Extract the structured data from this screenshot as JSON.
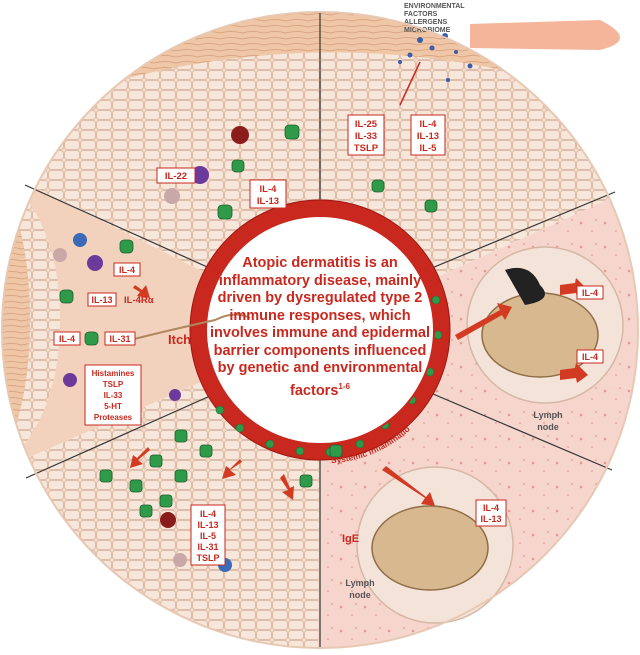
{
  "env": {
    "line1": "ENVIRONMENTAL",
    "line2": "FACTORS",
    "line3": "ALLERGENS",
    "line4": "MICROBIOME"
  },
  "center": {
    "text": "Atopic dermatitis is an inflammatory disease, mainly driven by dysregulated type 2 immune responses, which involves immune and epidermal barrier components influenced by genetic and environmental factors",
    "sup": "1-6"
  },
  "labels": {
    "il22": "IL-22",
    "top_il4": "IL-4",
    "top_il13": "IL-13",
    "tr_il25": "IL-25",
    "tr_il33": "IL-33",
    "tr_tslp": "TSLP",
    "tr_il4": "IL-4",
    "tr_il13": "IL-13",
    "tr_il5": "IL-5",
    "left_il4_top": "IL-4",
    "left_il13": "IL-13",
    "il4ra": "IL-4Rα",
    "left_il4_mid": "IL-4",
    "il31": "IL-31",
    "itch": "Itch",
    "med1": "Histamines",
    "med2": "TSLP",
    "med3": "IL-33",
    "med4": "5-HT",
    "med5": "Proteases",
    "right_il4_a": "IL-4",
    "right_il4_b": "IL-4",
    "lymph1_a": "Lymph",
    "lymph1_b": "node",
    "systemic": "Systemic inflammation",
    "bot_il4": "IL-4",
    "bot_il13": "IL-13",
    "bot_il5": "IL-5",
    "bot_il31": "IL-31",
    "bot_tslp": "TSLP",
    "br_il4": "IL-4",
    "br_il13": "IL-13",
    "ige": "IgE",
    "lymph2_a": "Lymph",
    "lymph2_b": "node"
  },
  "colors": {
    "accent": "#c8281e",
    "skin": "#f2cdb4",
    "dermis": "#f5d2c8",
    "vessel": "#c8281e",
    "tcell": "#2f9a4a"
  }
}
